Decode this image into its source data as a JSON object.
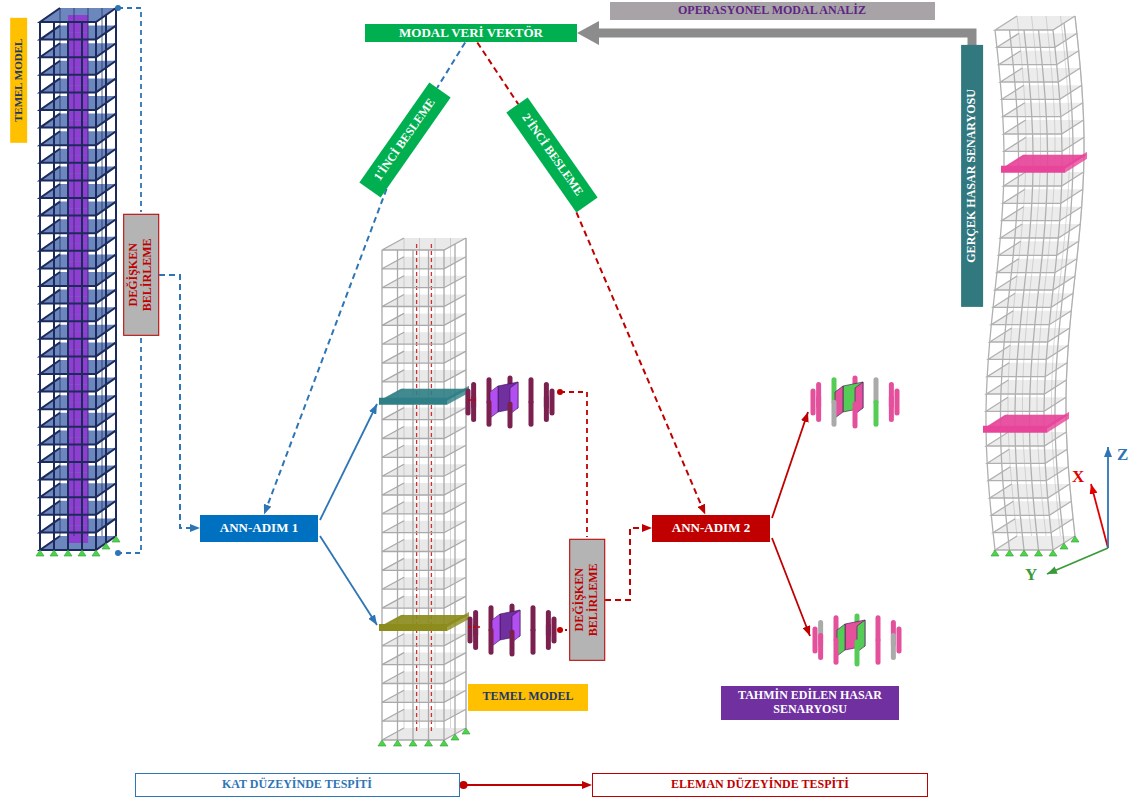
{
  "diagram": {
    "nodes": [
      {
        "text": [
          "TEMEL MODEL"
        ]
      },
      {
        "text": [
          "OPERASYONEL MODAL ANALİZ"
        ]
      },
      {
        "text": [
          "MODAL VERİ VEKTÖR"
        ]
      },
      {
        "text": [
          "GERÇEK HASAR SENARYOSU"
        ]
      },
      {
        "text": [
          "1'İNCİ BESLEME"
        ]
      },
      {
        "text": [
          "2'İNCİ BESLEME"
        ]
      },
      {
        "text": [
          "DEĞİŞKEN BELİRLEME"
        ]
      },
      {
        "text": [
          "ANN-ADIM 1"
        ]
      },
      {
        "text": [
          "DEĞİŞKEN BELİRLEME"
        ]
      },
      {
        "text": [
          "ANN-ADIM 2"
        ]
      },
      {
        "text": [
          "TEMEL MODEL"
        ]
      },
      {
        "text": [
          "TAHMİN EDİLEN HASAR SENARYOSU"
        ]
      },
      {
        "text": [
          "KAT DÜZEYİNDE TESPİTİ"
        ]
      },
      {
        "text": [
          "ELEMAN DÜZEYİNDE TESPİTİ"
        ]
      }
    ],
    "edges": [
      {
        "from": 3,
        "to": 2,
        "arrow": "to"
      },
      {
        "from": 2,
        "to": 4,
        "arrow": "none"
      },
      {
        "from": 4,
        "to": 7,
        "arrow": "to"
      },
      {
        "from": 2,
        "to": 5,
        "arrow": "none"
      },
      {
        "from": 5,
        "to": 9,
        "arrow": "to"
      },
      {
        "from": 6,
        "to": 7,
        "arrow": "to"
      },
      {
        "from": 8,
        "to": 9,
        "arrow": "to"
      },
      {
        "from": 12,
        "to": 13,
        "arrow": "to"
      }
    ],
    "labels": [
      "X",
      "Z",
      "Y"
    ]
  }
}
